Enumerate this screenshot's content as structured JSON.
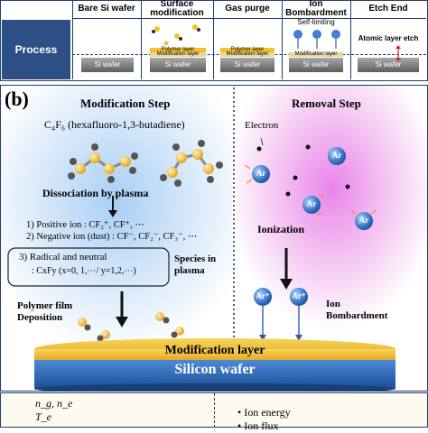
{
  "top_table": {
    "process_label": "Process",
    "headers": [
      "Bare Si wafer",
      "Surface modification",
      "Gas purge",
      "Ion Bombardment",
      "Etch End"
    ],
    "wafer_label": "Si wafer",
    "polymer_label": "Polymer layer",
    "modification_label": "Modification layer",
    "self_limiting": "Self-limiting",
    "atomic_layer_etch": "Atomic layer etch"
  },
  "panel_b": {
    "label": "(b)",
    "modification_title": "Modification Step",
    "removal_title": "Removal Step",
    "precursor": "C₄F₆ (hexafluoro-1,3-butadiene)",
    "dissociation": "Dissociation by plasma",
    "positive_ion": "1) Positive ion : CF₂⁺, CF⁺, ⋯",
    "negative_ion": "2) Negative ion (dust) : CF⁻, CF₂⁻, CF₃⁻, ⋯",
    "radical_title": "3) Radical and neutral",
    "radical_formula": ": CxFy (x=0, 1,⋯/ y=1,2,⋯)",
    "species": "Species in plasma",
    "polymer_deposition": "Polymer film Deposition",
    "electron": "Electron",
    "ar_label": "Ar",
    "ar_plus_label": "Ar⁺",
    "ionization": "Ionization",
    "ion_bombardment": "Ion Bombardment",
    "modification_layer": "Modification layer",
    "silicon_wafer": "Silicon wafer"
  },
  "bottom": {
    "left_items": [
      "n_g, n_e",
      "T_e"
    ],
    "right_items": [
      "• Ion energy",
      "• Ion flux"
    ]
  },
  "colors": {
    "navy": "#1f3e6e",
    "process_fill": "#2e4e86",
    "blue_glow": "#6fa8e8",
    "pink_glow": "#e070e0",
    "ar_ball": "#3f7fd4",
    "gold": "#f2c22a",
    "wafer_blue": "#2f6fc1"
  }
}
